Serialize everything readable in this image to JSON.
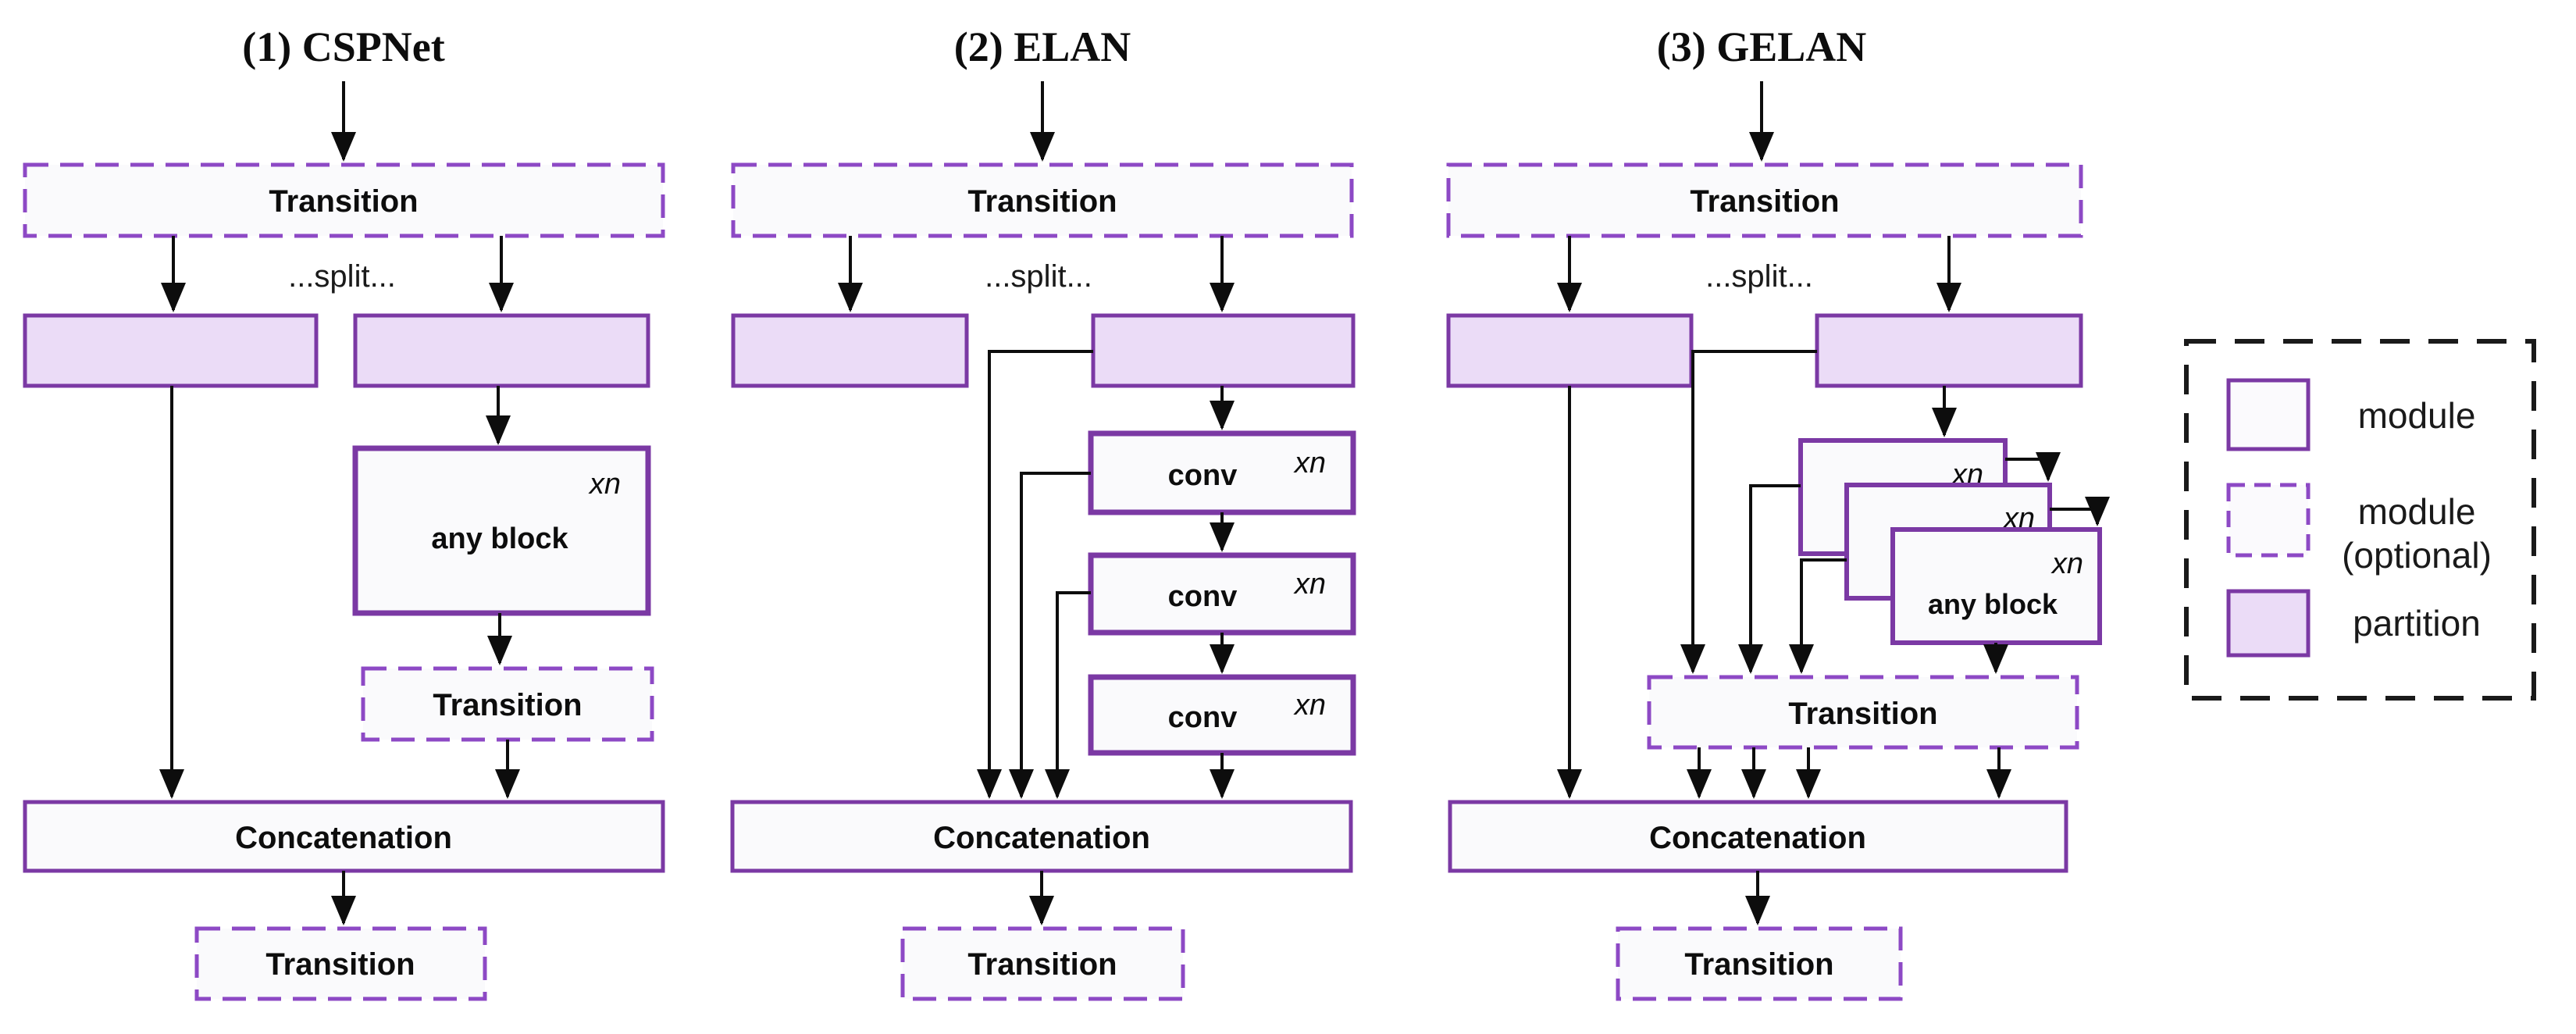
{
  "figure": {
    "columns": [
      {
        "title": "(1) CSPNet"
      },
      {
        "title": "(2) ELAN"
      },
      {
        "title": "(3) GELAN"
      }
    ],
    "labels": {
      "transition": "Transition",
      "concatenation": "Concatenation",
      "split": "...split...",
      "conv": "conv",
      "any_block": "any block",
      "repeat": "xn"
    },
    "legend": {
      "module": "module",
      "module_optional": [
        "module",
        "(optional)"
      ],
      "partition": "partition"
    },
    "colors": {
      "module_border": "#7B39A4",
      "optional_border": "#8D49C5",
      "partition_fill": "#EBDCF7",
      "line": "#0d0d0d",
      "legend_frame": "#1a1a1a"
    }
  }
}
